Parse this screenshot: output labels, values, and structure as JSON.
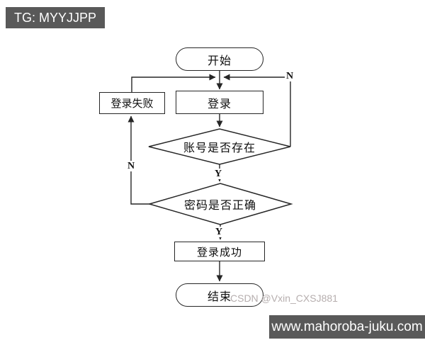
{
  "badges": {
    "top_left": "TG: MYYJJPP",
    "bottom_right": "www.mahoroba-juku.com"
  },
  "watermark": "CSDN @Vxin_CXSJ881",
  "flowchart": {
    "type": "flowchart",
    "direction": "top-down",
    "nodes": {
      "start": {
        "label": "开始",
        "shape": "terminator"
      },
      "login": {
        "label": "登录",
        "shape": "process"
      },
      "login_failed": {
        "label": "登录失败",
        "shape": "process"
      },
      "account_exists": {
        "label": "账号是否存在",
        "shape": "decision"
      },
      "password_correct": {
        "label": "密码是否正确",
        "shape": "decision"
      },
      "login_success": {
        "label": "登录成功",
        "shape": "process"
      },
      "end": {
        "label": "结束",
        "shape": "terminator"
      }
    },
    "edge_labels": {
      "account_yes": "Y",
      "account_no": "N",
      "password_yes": "Y",
      "password_no": "N"
    },
    "edges": [
      {
        "from": "start",
        "to": "login",
        "label": ""
      },
      {
        "from": "login",
        "to": "account_exists",
        "label": ""
      },
      {
        "from": "account_exists",
        "to": "password_correct",
        "label": "Y"
      },
      {
        "from": "account_exists",
        "to": "login",
        "label": "N"
      },
      {
        "from": "password_correct",
        "to": "login_success",
        "label": "Y"
      },
      {
        "from": "password_correct",
        "to": "login_failed",
        "label": "N"
      },
      {
        "from": "login_failed",
        "to": "login",
        "label": ""
      },
      {
        "from": "login_success",
        "to": "end",
        "label": ""
      }
    ]
  },
  "colors": {
    "badge_bg": "#595959",
    "badge_text": "#ffffff",
    "line": "#262626",
    "watermark": "#b6aeae",
    "background": "#ffffff"
  }
}
